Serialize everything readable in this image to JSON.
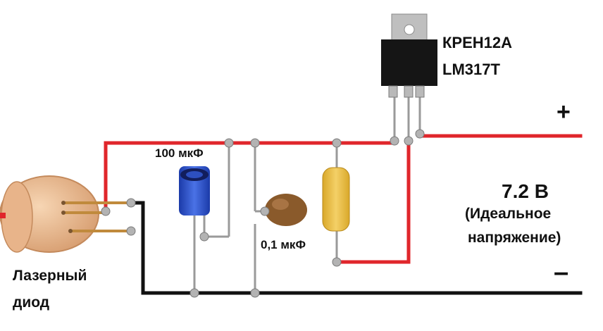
{
  "labels": {
    "regulator_line1": "КРЕН12А",
    "regulator_line2": "LM317T",
    "cap_electrolytic": "100 мкФ",
    "cap_ceramic": "0,1 мкФ",
    "voltage_value": "7.2 В",
    "voltage_note_line1": "(Идеальное",
    "voltage_note_line2": "напряжение)",
    "plus": "+",
    "minus": "–",
    "diode_line1": "Лазерный",
    "diode_line2": "диод"
  },
  "colors": {
    "positive_wire": "#e0262b",
    "negative_wire": "#111111",
    "component_lead": "#9a9a9a",
    "electrolytic_cap": "#2a4fc7",
    "ceramic_cap": "#8a5a2b",
    "resistor": "#e3b93a",
    "regulator_body": "#151515",
    "laser_diode": "#e8b48a"
  }
}
